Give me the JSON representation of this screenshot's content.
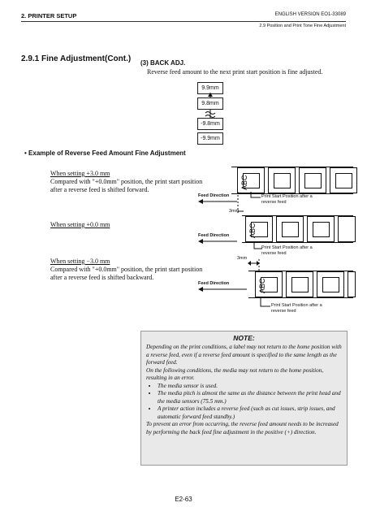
{
  "header": {
    "chapter": "2. PRINTER SETUP",
    "version": "ENGLISH VERSION EO1-33089",
    "section": "2.9 Position and Print Tone Fine Adjustment"
  },
  "section_title": "2.9.1  Fine Adjustment(Cont.)",
  "subsection": {
    "title": "(3) BACK ADJ.",
    "description": "Reverse feed amount to the next print start position is fine adjusted."
  },
  "scale": {
    "top1": "9.9mm",
    "top2": "9.8mm",
    "bottom1": "-9.8mm",
    "bottom2": "-9.9mm"
  },
  "example_title": "Example of Reverse Feed Amount Fine Adjustment",
  "example1": {
    "heading": "When setting +3.0 mm",
    "line1": "Compared with \"+0.0mm\" position, the print start position",
    "line2": "after a reverse feed is shifted forward.",
    "feed": "Feed Direction",
    "offset": "3mm",
    "label_text": "ABC",
    "caption1": "Print Start Position after a",
    "caption2": "reverse feed"
  },
  "example2": {
    "heading": "When setting +0.0 mm",
    "feed": "Feed Direction",
    "label_text": "ABC",
    "caption1": "Print Start Position after a",
    "caption2": "reverse feed"
  },
  "example3": {
    "heading": "When setting −3.0 mm",
    "line1": "Compared with \"+0.0mm\" position, the print start position",
    "line2": "after a reverse feed is shifted backward.",
    "feed": "Feed Direction",
    "offset": "3mm",
    "label_text": "ABC",
    "caption1": "Print Start Position after a",
    "caption2": "reverse feed"
  },
  "note": {
    "title": "NOTE:",
    "p1": "Depending on the print conditions, a label may not return to the home position with a reverse feed, even if a reverse feed amount is specified to the same length as the forward feed.",
    "p2": "On the following conditions, the media may not return to the home position, resulting in an error.",
    "items": [
      "The media sensor is used.",
      "The media pitch is almost the same as the distance between the print head and the media sensors (75.5 mm.)",
      "A printer action includes a reverse feed (such as cut issues, strip issues, and automatic forward feed standby.)"
    ],
    "p3": "To prevent an error from occurring, the reverse feed amount needs to be increased by performing the back feed fine adjustment in the positive (+) direction."
  },
  "footer": {
    "page": "E2-63"
  }
}
